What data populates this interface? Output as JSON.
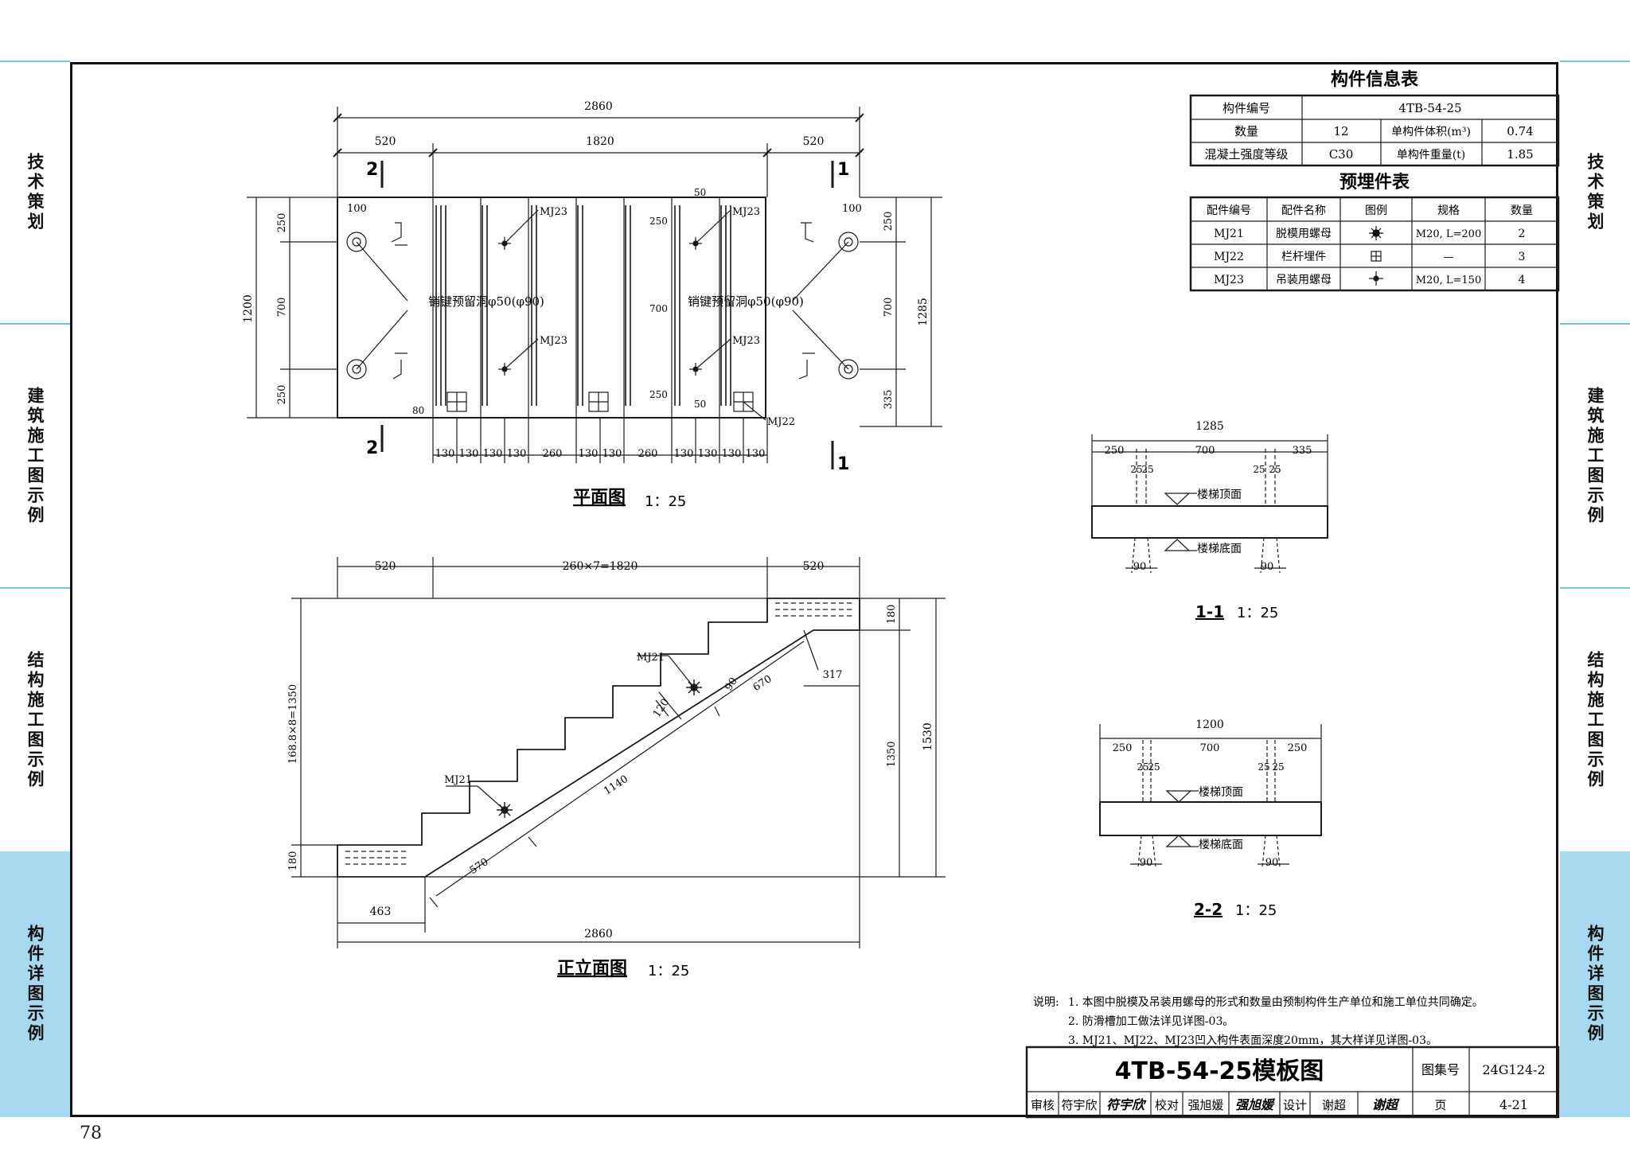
{
  "page_number": "78",
  "side_tabs": {
    "left": [
      {
        "label": "技术策划",
        "active": false
      },
      {
        "label": "建筑施工图示例",
        "active": false
      },
      {
        "label": "结构施工图示例",
        "active": false
      },
      {
        "label": "构件详图示例",
        "active": true
      }
    ],
    "right": [
      {
        "label": "技术策划",
        "active": false
      },
      {
        "label": "建筑施工图示例",
        "active": false
      },
      {
        "label": "结构施工图示例",
        "active": false
      },
      {
        "label": "构件详图示例",
        "active": true
      }
    ]
  },
  "colors": {
    "tab_active": "#a8d8f0",
    "tab_line": "#6fc3e8",
    "line": "#1a1a1a"
  },
  "info_table": {
    "title": "构件信息表",
    "row1": {
      "label": "构件编号",
      "value": "4TB-54-25"
    },
    "row2": {
      "label": "数量",
      "value": "12",
      "label2": "单构件体积(m³)",
      "value2": "0.74"
    },
    "row3": {
      "label": "混凝土强度等级",
      "value": "C30",
      "label2": "单构件重量(t)",
      "value2": "1.85"
    }
  },
  "embed_table": {
    "title": "预埋件表",
    "headers": [
      "配件编号",
      "配件名称",
      "图例",
      "规格",
      "数量"
    ],
    "rows": [
      {
        "code": "MJ21",
        "name": "脱模用螺母",
        "legend": "star-symbol",
        "spec": "M20, L=200",
        "qty": "2"
      },
      {
        "code": "MJ22",
        "name": "栏杆埋件",
        "legend": "square-grid-symbol",
        "spec": "—",
        "qty": "3"
      },
      {
        "code": "MJ23",
        "name": "吊装用螺母",
        "legend": "cross-dot-symbol",
        "spec": "M20, L=150",
        "qty": "4"
      }
    ]
  },
  "plan": {
    "title": "平面图",
    "scale": "1：25",
    "dims_top": {
      "total": "2860",
      "left": "520",
      "mid": "1820",
      "right": "520"
    },
    "dims_left": {
      "total": "1200",
      "a": "250",
      "b": "700",
      "c": "250"
    },
    "dims_right": {
      "total": "1285",
      "a": "250",
      "b": "700",
      "c": "335"
    },
    "dims_bottom": [
      "130",
      "130",
      "130",
      "130",
      "260",
      "130",
      "130",
      "260",
      "130",
      "130",
      "130",
      "130"
    ],
    "small_dims": {
      "d100": "100",
      "d80": "80",
      "d50": "50",
      "d250": "250",
      "d700": "700"
    },
    "labels": {
      "hole": "销键预留洞φ50(φ90)",
      "mj23": "MJ23",
      "mj22": "MJ22"
    },
    "section_marks": {
      "s1": "1",
      "s2": "2"
    }
  },
  "elevation": {
    "title": "正立面图",
    "scale": "1：25",
    "dims_top": {
      "left": "520",
      "mid": "260×7=1820",
      "right": "520"
    },
    "dims_left": {
      "total": "168.8×8=1350",
      "bottom": "180"
    },
    "dims_right": {
      "top": "180",
      "mid": "1350",
      "total": "1530"
    },
    "dims_bottom": {
      "total": "2860",
      "left": "463"
    },
    "inner": {
      "d90": "90",
      "d120": "120",
      "d670": "670",
      "d317": "317",
      "d1140": "1140",
      "d570": "570"
    },
    "labels": {
      "mj21": "MJ21"
    }
  },
  "section11": {
    "title": "1-1",
    "scale": "1：25",
    "dims": {
      "total": "1285",
      "a": "250",
      "b": "700",
      "c": "335",
      "d25": "25",
      "d90": "90"
    },
    "labels": {
      "top": "楼梯顶面",
      "bottom": "楼梯底面"
    }
  },
  "section22": {
    "title": "2-2",
    "scale": "1：25",
    "dims": {
      "total": "1200",
      "a": "250",
      "b": "700",
      "c": "250",
      "d25": "25",
      "d90": "90"
    },
    "labels": {
      "top": "楼梯顶面",
      "bottom": "楼梯底面"
    }
  },
  "notes": {
    "label": "说明:",
    "items": [
      "1. 本图中脱模及吊装用螺母的形式和数量由预制构件生产单位和施工单位共同确定。",
      "2. 防滑槽加工做法详见详图-03。",
      "3. MJ21、MJ22、MJ23凹入构件表面深度20mm，其大样详见详图-03。"
    ]
  },
  "title_block": {
    "title": "4TB-54-25模板图",
    "atlas_label": "图集号",
    "atlas_no": "24G124-2",
    "review": "审核",
    "reviewer": "符宇欣",
    "check": "校对",
    "checker": "强旭媛",
    "design": "设计",
    "designer": "谢超",
    "page_label": "页",
    "page_no": "4-21"
  }
}
